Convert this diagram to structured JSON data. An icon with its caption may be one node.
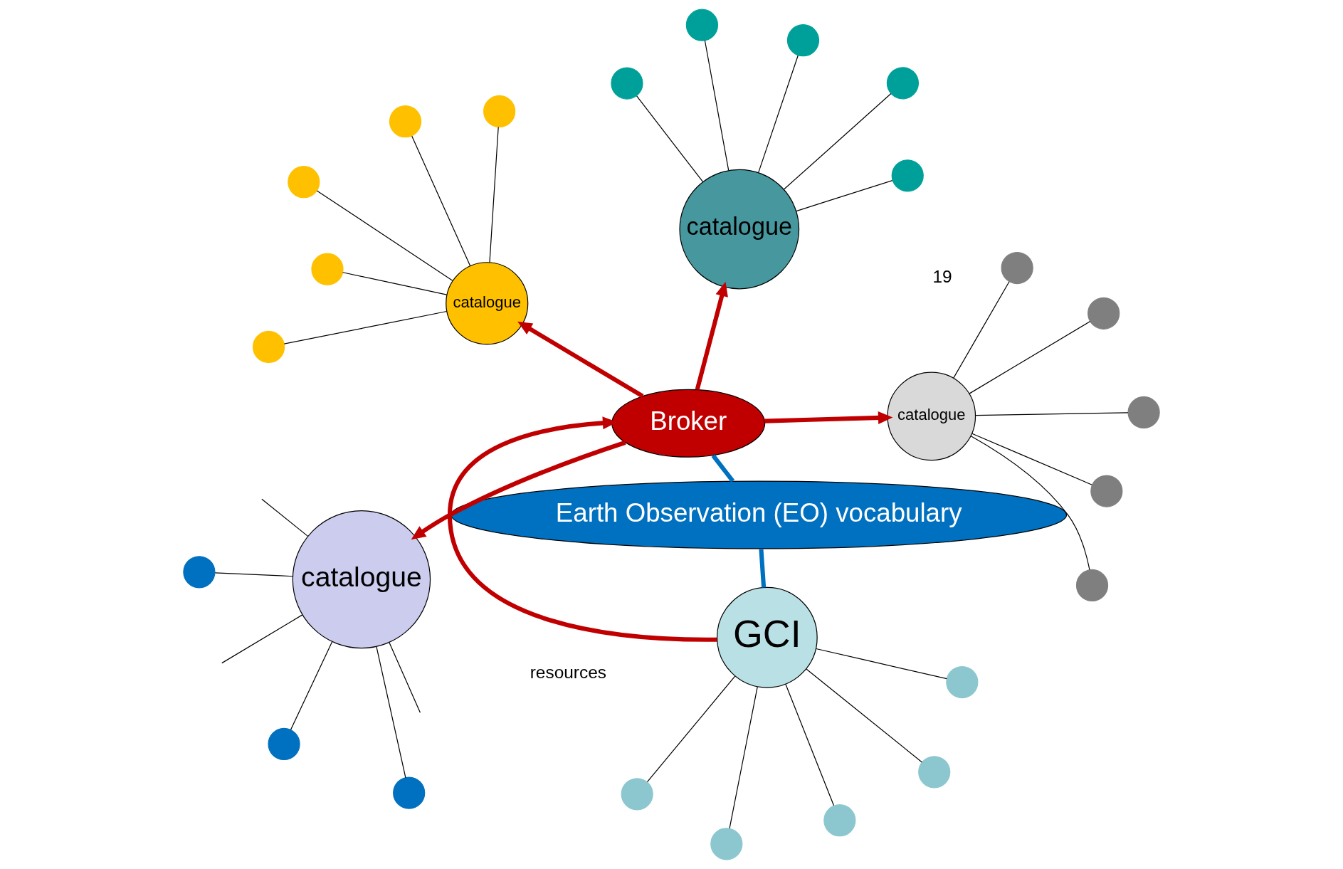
{
  "diagram": {
    "nodes": [
      {
        "text": [
          "Earth Observation (EO) vocabulary"
        ]
      },
      {
        "text": [
          "GCI"
        ]
      },
      {
        "text": [
          "Broker"
        ]
      },
      {
        "text": [
          "catalogue"
        ]
      },
      {
        "text": [
          "catalogue"
        ]
      },
      {
        "text": [
          "catalogue"
        ]
      },
      {
        "text": [
          "catalogue"
        ]
      },
      {
        "text": [],
        "shape": "circle"
      },
      {
        "text": [],
        "shape": "circle"
      },
      {
        "text": [],
        "shape": "circle"
      },
      {
        "text": [],
        "shape": "circle"
      },
      {
        "text": [],
        "shape": "circle"
      },
      {
        "text": [],
        "shape": "circle"
      },
      {
        "text": [],
        "shape": "circle"
      },
      {
        "text": [],
        "shape": "circle"
      },
      {
        "text": [],
        "shape": "circle"
      },
      {
        "text": [],
        "shape": "circle"
      },
      {
        "text": [],
        "shape": "circle"
      },
      {
        "text": [],
        "shape": "circle"
      },
      {
        "text": [],
        "shape": "circle"
      },
      {
        "text": [],
        "shape": "circle"
      },
      {
        "text": [],
        "shape": "circle"
      },
      {
        "text": [],
        "shape": "circle"
      },
      {
        "text": [],
        "shape": "circle"
      },
      {
        "text": [],
        "shape": "circle"
      },
      {
        "text": [],
        "shape": "circle"
      },
      {
        "text": [],
        "shape": "circle"
      },
      {
        "text": [],
        "shape": "circle"
      },
      {
        "text": [],
        "shape": "circle"
      },
      {
        "text": [],
        "shape": "circle"
      }
    ],
    "edges": [
      {
        "from": 0,
        "to": 1,
        "arrow": "none",
        "style": "thick",
        "color": "#0070c0"
      },
      {
        "from": 0,
        "to": 2,
        "arrow": "none",
        "style": "thick",
        "color": "#0070c0"
      },
      {
        "from": 1,
        "to": 2,
        "arrow": "to",
        "style": "thick",
        "color": "#c00000"
      },
      {
        "from": 2,
        "to": 3,
        "arrow": "to",
        "style": "thick",
        "color": "#c00000"
      },
      {
        "from": 2,
        "to": 4,
        "arrow": "to",
        "style": "thick",
        "color": "#c00000"
      },
      {
        "from": 2,
        "to": 5,
        "arrow": "to",
        "style": "thick",
        "color": "#c00000"
      },
      {
        "from": 2,
        "to": 6,
        "arrow": "to",
        "style": "thick",
        "color": "#c00000"
      },
      {
        "from": 1,
        "to": 7,
        "arrow": "none"
      },
      {
        "from": 1,
        "to": 8,
        "arrow": "none"
      },
      {
        "from": 1,
        "to": 9,
        "arrow": "none"
      },
      {
        "from": 1,
        "to": 10,
        "arrow": "none"
      },
      {
        "from": 1,
        "to": 11,
        "arrow": "none"
      },
      {
        "from": 3,
        "to": 12,
        "arrow": "none"
      },
      {
        "from": 3,
        "to": 13,
        "arrow": "none"
      },
      {
        "from": 3,
        "to": 14,
        "arrow": "none"
      },
      {
        "from": 3,
        "to": 15,
        "arrow": "none"
      },
      {
        "from": 3,
        "to": 16,
        "arrow": "none"
      },
      {
        "from": 4,
        "to": 17,
        "arrow": "none"
      },
      {
        "from": 4,
        "to": 18,
        "arrow": "none"
      },
      {
        "from": 4,
        "to": 19,
        "arrow": "none"
      },
      {
        "from": 4,
        "to": 20,
        "arrow": "none"
      },
      {
        "from": 4,
        "to": 21,
        "arrow": "none"
      },
      {
        "from": 5,
        "to": 22,
        "arrow": "none"
      },
      {
        "from": 5,
        "to": 23,
        "arrow": "none"
      },
      {
        "from": 5,
        "to": 24,
        "arrow": "none"
      },
      {
        "from": 5,
        "to": 25,
        "arrow": "none"
      },
      {
        "from": 5,
        "to": 26,
        "arrow": "none"
      },
      {
        "from": 6,
        "to": 27,
        "arrow": "none"
      },
      {
        "from": 6,
        "to": 28,
        "arrow": "none"
      },
      {
        "from": 6,
        "to": 29,
        "arrow": "none"
      },
      {
        "from": 6,
        "to": null,
        "arrow": "none"
      },
      {
        "from": 6,
        "to": null,
        "arrow": "none"
      },
      {
        "from": 6,
        "to": null,
        "arrow": "none"
      }
    ],
    "labels": [
      "resources",
      "19"
    ]
  }
}
